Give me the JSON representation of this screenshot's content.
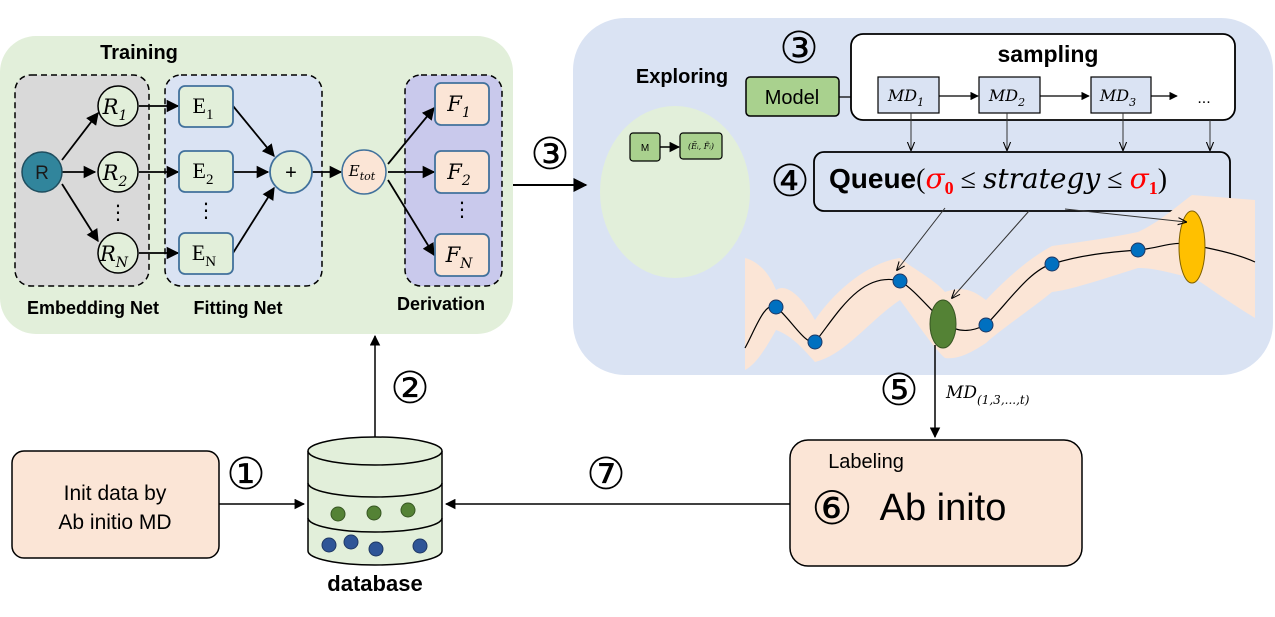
{
  "training": {
    "title": "Training",
    "embedding_label": "Embedding Net",
    "fitting_label": "Fitting Net",
    "derivation_label": "Derivation",
    "root_node": "R",
    "r_nodes": [
      {
        "base": "R",
        "sub": "1"
      },
      {
        "base": "R",
        "sub": "2"
      },
      {
        "base": "R",
        "sub": "N"
      }
    ],
    "e_nodes": [
      {
        "base": "E",
        "sub": "1"
      },
      {
        "base": "E",
        "sub": "2"
      },
      {
        "base": "E",
        "sub": "N"
      }
    ],
    "f_nodes": [
      {
        "base": "F",
        "sub": "1"
      },
      {
        "base": "F",
        "sub": "2"
      },
      {
        "base": "F",
        "sub": "N"
      }
    ],
    "sum_symbol": "+",
    "etot": {
      "base": "E",
      "sub": "tot"
    },
    "ellipsis": "⋮"
  },
  "exploring": {
    "title": "Exploring",
    "mini_model": "M",
    "mini_output": "(Ẽᵢ, F̃ᵢ)",
    "model_label": "Model",
    "sampling_title": "sampling",
    "md_items": [
      {
        "base": "MD",
        "sub": "1"
      },
      {
        "base": "MD",
        "sub": "2"
      },
      {
        "base": "MD",
        "sub": "3"
      }
    ],
    "md_ellipsis": "...",
    "queue": {
      "word": "Queue",
      "open": "(",
      "sigma0": "σ",
      "sigma0_sub": "0",
      "leq1": " ≤ ",
      "strategy": "strategy",
      "leq2": " ≤ ",
      "sigma1": "σ",
      "sigma1_sub": "1",
      "close": ")"
    }
  },
  "steps": {
    "s1": "①",
    "s2": "②",
    "s3a": "③",
    "s3b": "③",
    "s4": "④",
    "s5": "⑤",
    "s6": "⑥",
    "s7": "⑦"
  },
  "md_selected": {
    "base": "MD",
    "sub": "(1,3,...,t)"
  },
  "init_box": {
    "line1": "Init data by",
    "line2": "Ab initio MD"
  },
  "database_label": "database",
  "labeling": {
    "title": "Labeling",
    "main": "Ab inito"
  },
  "colors": {
    "training_bg": "#e2efda",
    "exploring_bg": "#dae3f3",
    "embedding_bg": "#d9d9d9",
    "fitting_bg": "#dae3f3",
    "derivation_bg": "#c9c9ec",
    "peach": "#fbe5d6",
    "teal": "#31859c",
    "model_green": "#a9d18e",
    "dot_blue": "#0070c0",
    "ellipse_green": "#548235",
    "ellipse_yellow": "#ffc000",
    "red": "#ff0000"
  }
}
